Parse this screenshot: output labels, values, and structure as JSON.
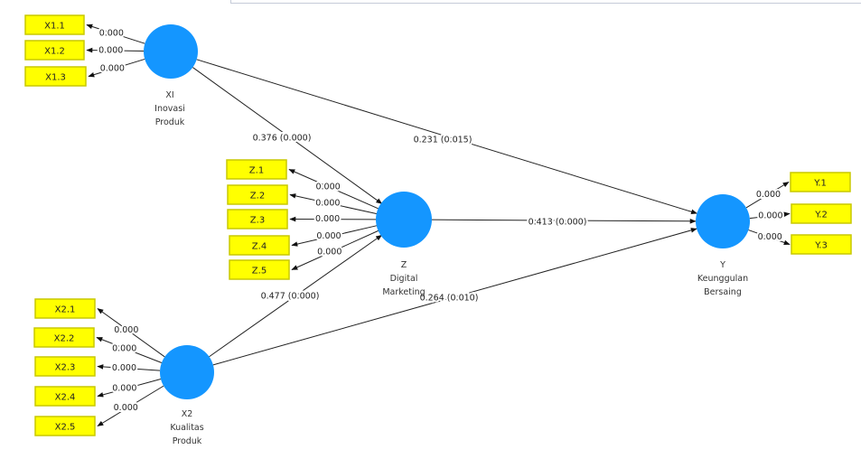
{
  "constructs": {
    "x1": {
      "code": "XI",
      "name1": "Inovasi",
      "name2": "Produk"
    },
    "x2": {
      "code": "X2",
      "name1": "Kualitas",
      "name2": "Produk"
    },
    "z": {
      "code": "Z",
      "name1": "Digital",
      "name2": "Marketing"
    },
    "y": {
      "code": "Y",
      "name1": "Keunggulan",
      "name2": "Bersaing"
    }
  },
  "indicators": {
    "x1": [
      {
        "label": "X1.1",
        "value": "0.000"
      },
      {
        "label": "X1.2",
        "value": "0.000"
      },
      {
        "label": "X1.3",
        "value": "0.000"
      }
    ],
    "z": [
      {
        "label": "Z.1",
        "value": "0.000"
      },
      {
        "label": "Z.2",
        "value": "0.000"
      },
      {
        "label": "Z.3",
        "value": "0.000"
      },
      {
        "label": "Z.4",
        "value": "0.000"
      },
      {
        "label": "Z.5",
        "value": "0.000"
      }
    ],
    "x2": [
      {
        "label": "X2.1",
        "value": "0.000"
      },
      {
        "label": "X2.2",
        "value": "0.000"
      },
      {
        "label": "X2.3",
        "value": "0.000"
      },
      {
        "label": "X2.4",
        "value": "0.000"
      },
      {
        "label": "X2.5",
        "value": "0.000"
      }
    ],
    "y": [
      {
        "label": "Y.1",
        "value": "0.000"
      },
      {
        "label": "Y.2",
        "value": "0.000"
      },
      {
        "label": "Y.3",
        "value": "0.000"
      }
    ]
  },
  "paths": {
    "x1_z": "0.376 (0.000)",
    "x1_y": "0.231 (0.015)",
    "z_y": "0.413 (0.000)",
    "x2_z": "0.477 (0.000)",
    "x2_y": "0.264 (0.010)"
  },
  "colors": {
    "latent": "#1496ff",
    "indicator": "#ffff00"
  }
}
